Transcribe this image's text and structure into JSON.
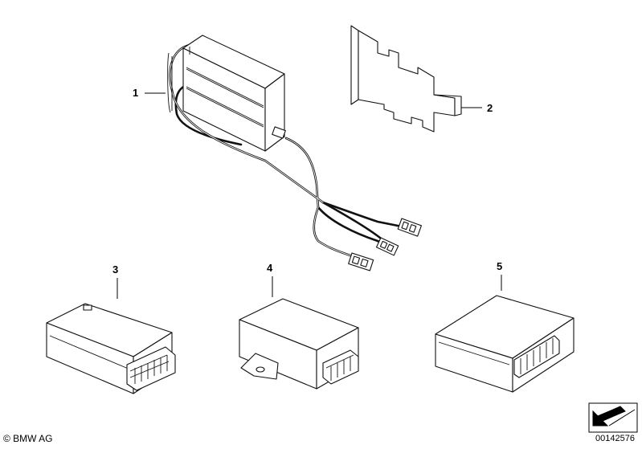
{
  "callouts": [
    {
      "label": "1"
    },
    {
      "label": "2"
    },
    {
      "label": "3"
    },
    {
      "label": "4"
    },
    {
      "label": "5"
    }
  ],
  "footer": {
    "copyright": "© BMW AG",
    "drawing_number": "00142576"
  },
  "icons": {
    "navigation": "arrow-icon"
  }
}
